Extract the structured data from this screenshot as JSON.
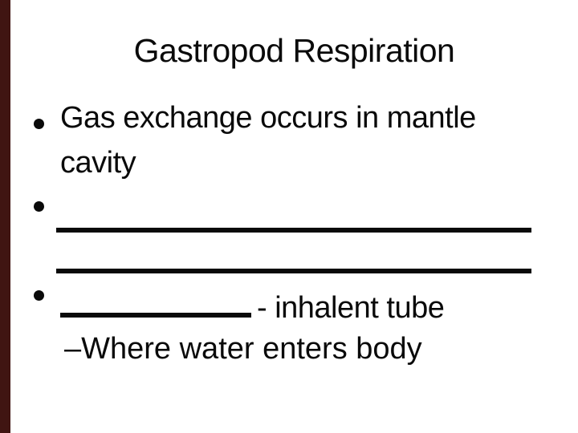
{
  "slide": {
    "title": "Gastropod Respiration",
    "accent_bar_color": "#401512",
    "text_color": "#0a0a0a",
    "bullets": [
      {
        "glyph": "bullet",
        "lines": [
          "Gas exchange occurs in mantle",
          "cavity"
        ]
      },
      {
        "glyph": "bullet",
        "blank": "______________________________",
        "blank_line_count": 2
      },
      {
        "glyph": "bullet",
        "blank": "__________",
        "text": "- inhalent tube",
        "sub_bullet": "–Where water enters body"
      }
    ]
  }
}
